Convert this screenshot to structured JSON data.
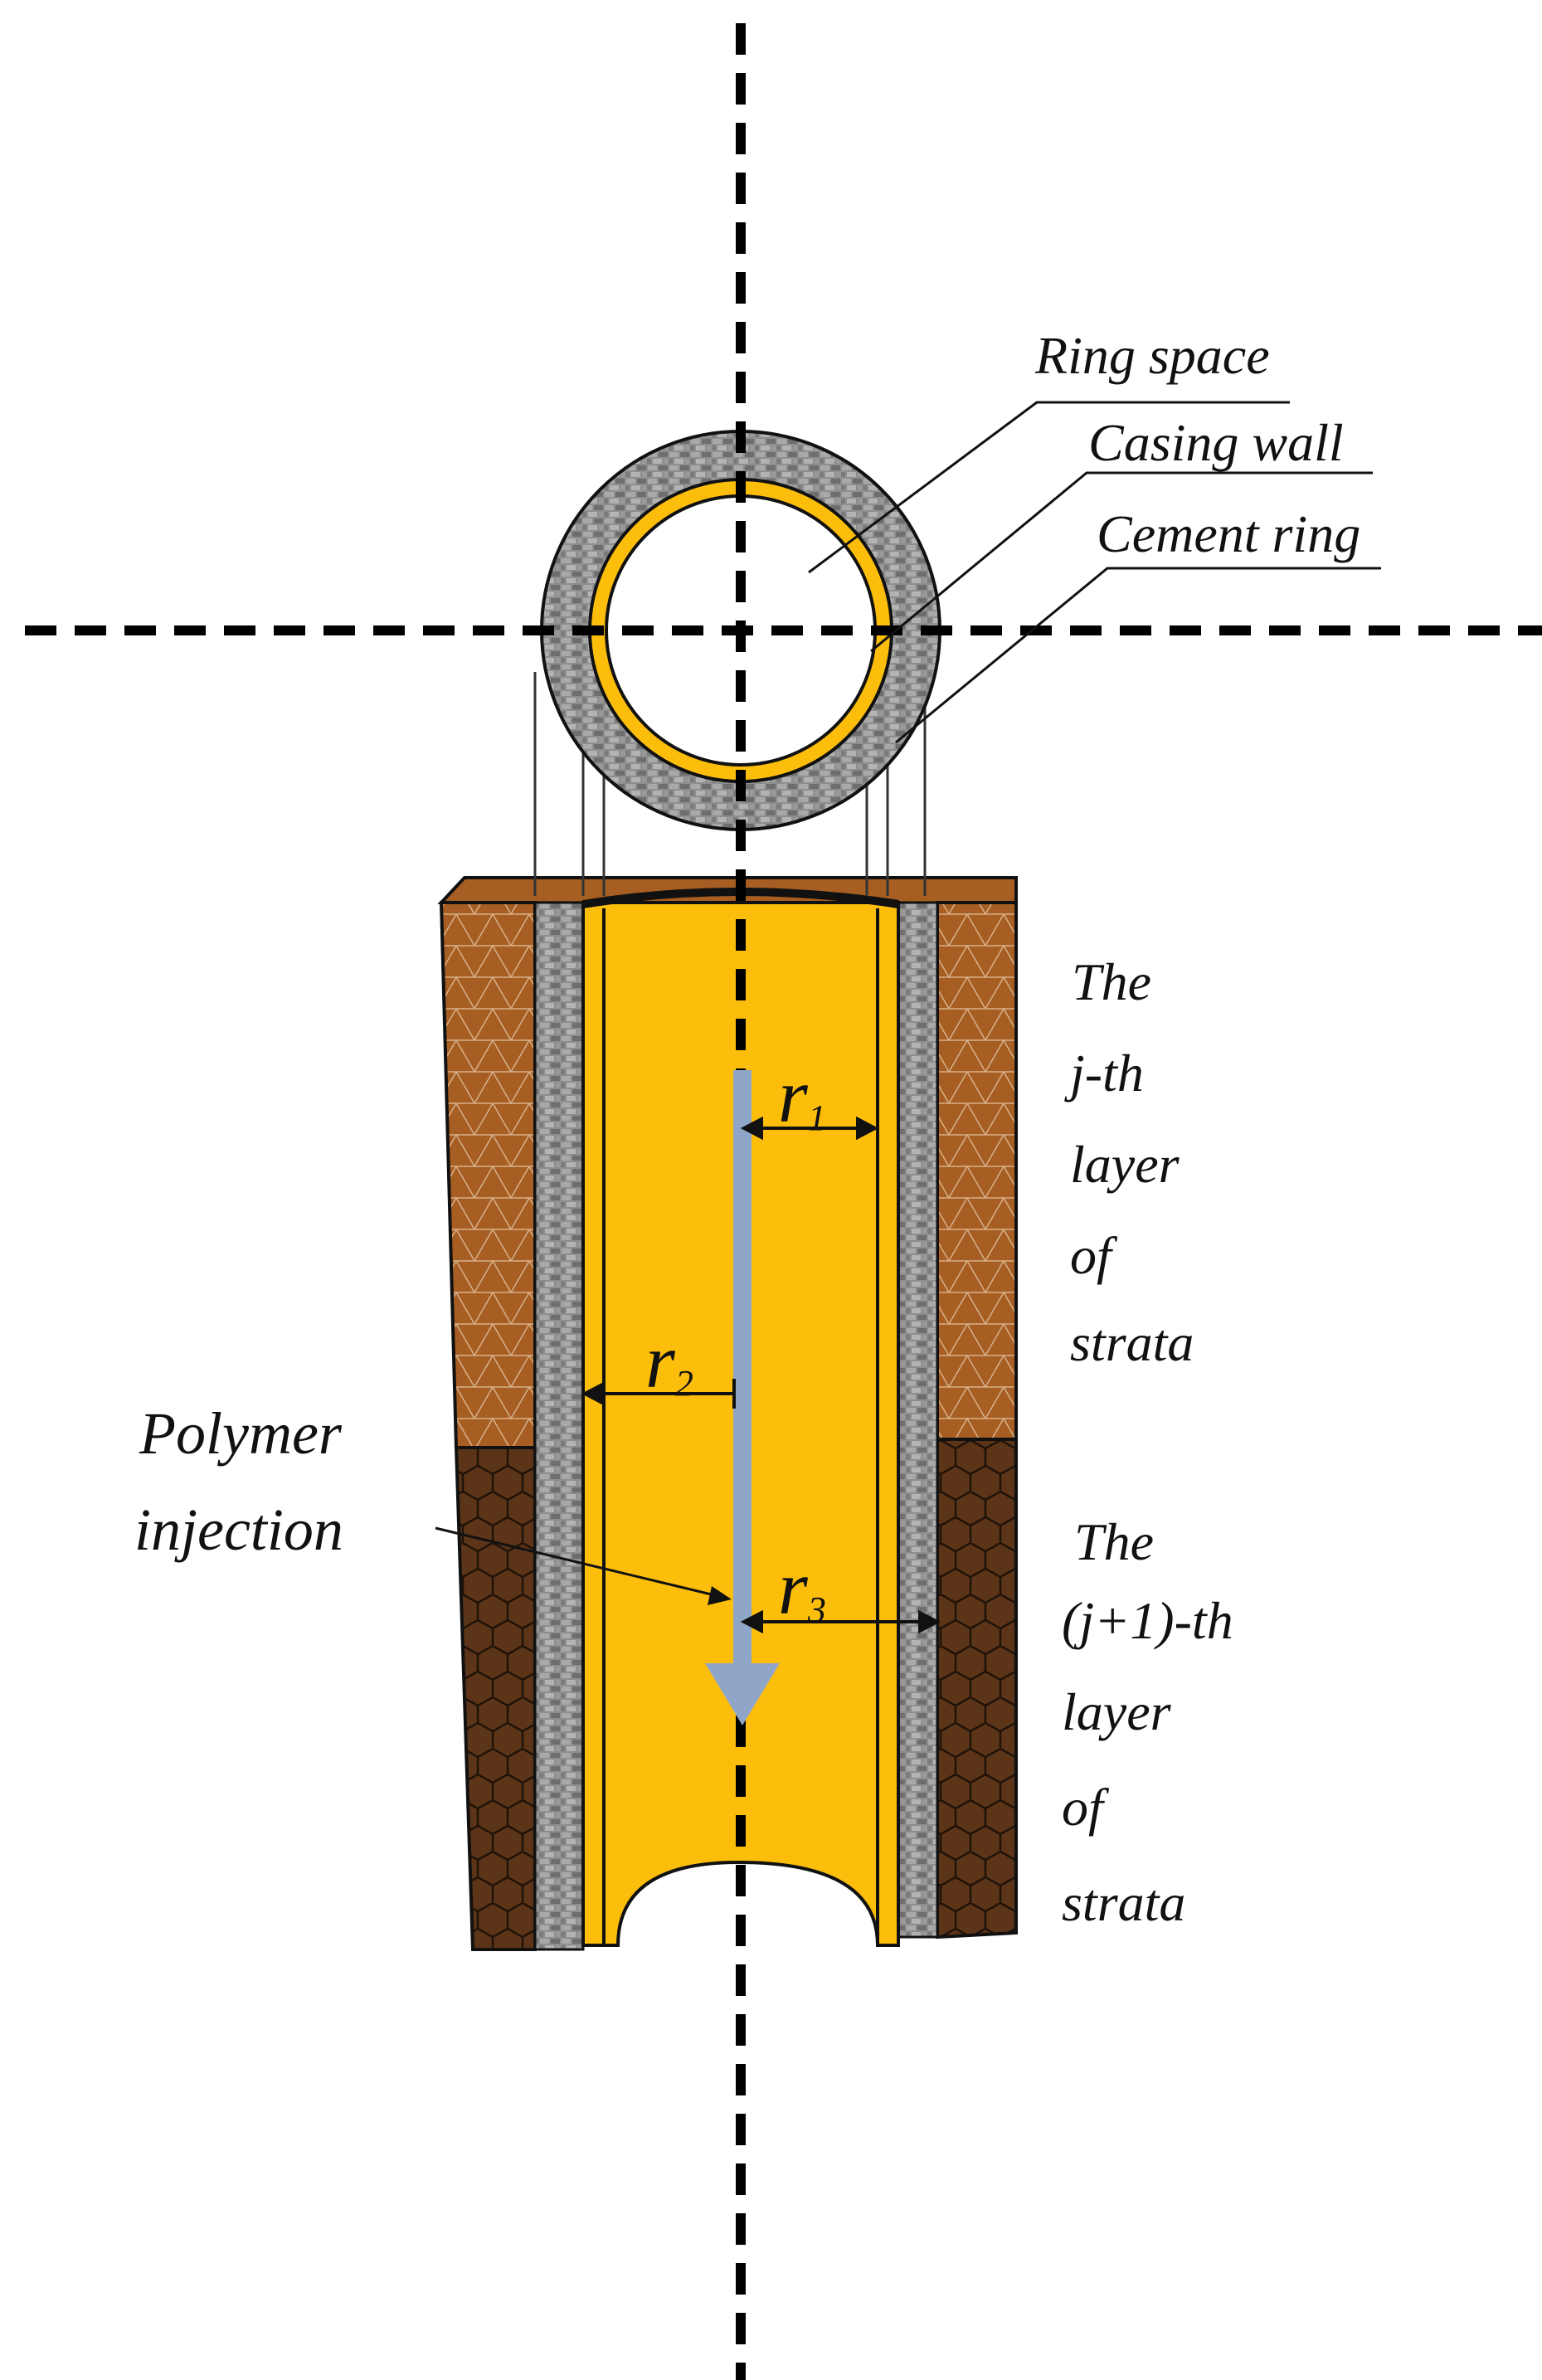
{
  "labels": {
    "ring_space": "Ring space",
    "casing_wall": "Casing wall",
    "cement_ring": "Cement ring",
    "polymer_line1": "Polymer",
    "polymer_line2": "injection",
    "layer_j": [
      "The",
      "j-th",
      "layer",
      "of",
      "strata"
    ],
    "layer_j1": [
      "The",
      "(j+1)-th",
      "layer",
      "of",
      "strata"
    ]
  },
  "radii": {
    "r1": {
      "symbol": "r",
      "subscript": "1"
    },
    "r2": {
      "symbol": "r",
      "subscript": "2"
    },
    "r3": {
      "symbol": "r",
      "subscript": "3"
    }
  },
  "colors": {
    "fluid": "#FDBE0B",
    "casing_outline": "#111111",
    "cement": "#8E8E8E",
    "strata_upper": "#A65E22",
    "strata_lower": "#5C3418",
    "arrow": "#8FA6C9",
    "axis": "#000000"
  }
}
